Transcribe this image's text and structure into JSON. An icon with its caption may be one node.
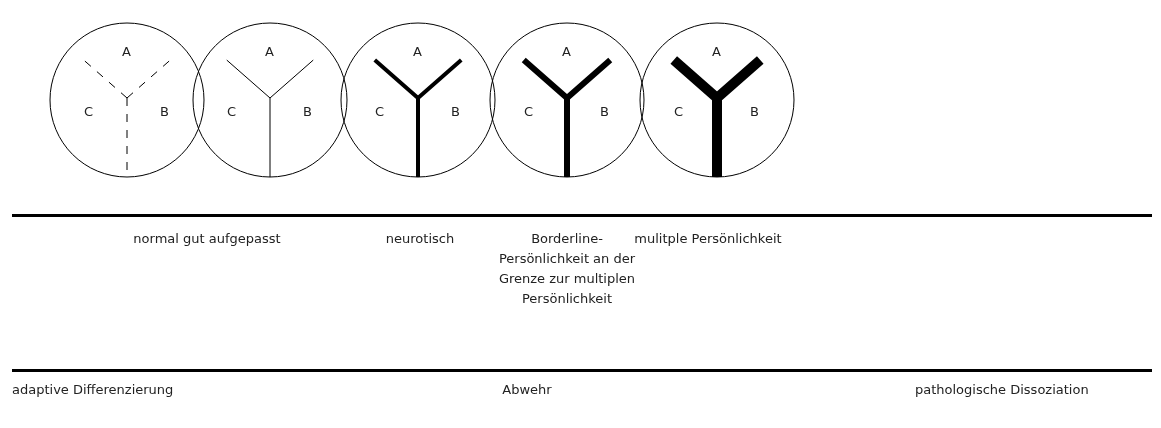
{
  "diagram": {
    "nodes": [
      {
        "text": [
          "A",
          "C",
          "B"
        ]
      },
      {
        "text": [
          "A",
          "C",
          "B"
        ]
      },
      {
        "text": [
          "A",
          "C",
          "B"
        ]
      },
      {
        "text": [
          "A",
          "C",
          "B"
        ]
      },
      {
        "text": [
          "A",
          "C",
          "B"
        ]
      }
    ],
    "labels": [
      "normal gut aufgepasst",
      "neurotisch",
      "Borderline-Persönlichkeit an der Grenze zur multiplen Persönlichkeit",
      "mulitple Persönlichkeit",
      "adaptive Differenzierung",
      "Abwehr",
      "pathologische Dissoziation"
    ]
  }
}
